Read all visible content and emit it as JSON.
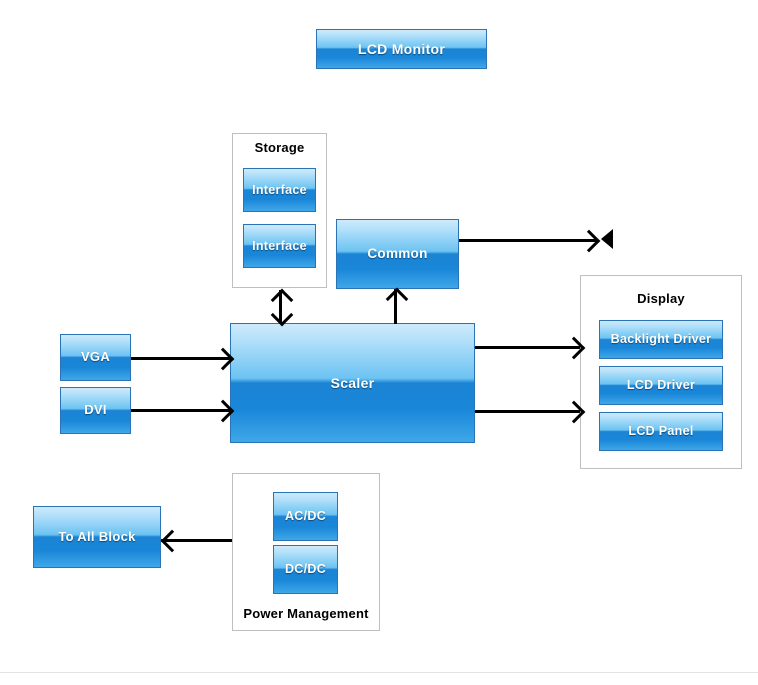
{
  "diagram": {
    "title_block": {
      "label": "LCD Monitor"
    },
    "groups": [
      {
        "id": "storage",
        "title": "Storage"
      },
      {
        "id": "display",
        "title": "Display"
      },
      {
        "id": "power",
        "title": "Power Management"
      }
    ],
    "blocks": {
      "interface_1": {
        "label": "Interface"
      },
      "interface_2": {
        "label": "Interface"
      },
      "common": {
        "label": "Common"
      },
      "vga": {
        "label": "VGA"
      },
      "dvi": {
        "label": "DVI"
      },
      "scaler": {
        "label": "Scaler"
      },
      "backlight_driver": {
        "label": "Backlight Driver"
      },
      "lcd_driver": {
        "label": "LCD Driver"
      },
      "lcd_panel": {
        "label": "LCD Panel"
      },
      "ac_dc": {
        "label": "AC/DC"
      },
      "dc_dc": {
        "label": "DC/DC"
      },
      "to_all_block": {
        "label": "To All Block"
      }
    },
    "icons": {
      "speaker": "speaker-icon"
    },
    "connectors": [
      {
        "id": "vga-to-scaler",
        "from": "vga",
        "to": "scaler",
        "direction": "right"
      },
      {
        "id": "dvi-to-scaler",
        "from": "dvi",
        "to": "scaler",
        "direction": "right"
      },
      {
        "id": "storage-to-scaler",
        "from": "storage",
        "to": "scaler",
        "direction": "both-vertical"
      },
      {
        "id": "scaler-to-common",
        "from": "scaler",
        "to": "common",
        "direction": "up"
      },
      {
        "id": "common-to-speaker",
        "from": "common",
        "to": "speaker",
        "direction": "right"
      },
      {
        "id": "scaler-to-backlight",
        "from": "scaler",
        "to": "display",
        "direction": "right"
      },
      {
        "id": "scaler-to-panel",
        "from": "scaler",
        "to": "display",
        "direction": "right"
      },
      {
        "id": "power-to-all-block",
        "from": "power",
        "to": "to_all_block",
        "direction": "left"
      }
    ],
    "colors": {
      "block_fill_top": "#cfeafb",
      "block_fill_mid": "#6cc3f2",
      "block_fill_deep": "#1b84d4",
      "block_border": "#2a73b4",
      "group_border": "#bfbfbf",
      "connector": "#000000",
      "label_text": "#ffffff",
      "title_text": "#000000",
      "background": "#ffffff"
    }
  }
}
